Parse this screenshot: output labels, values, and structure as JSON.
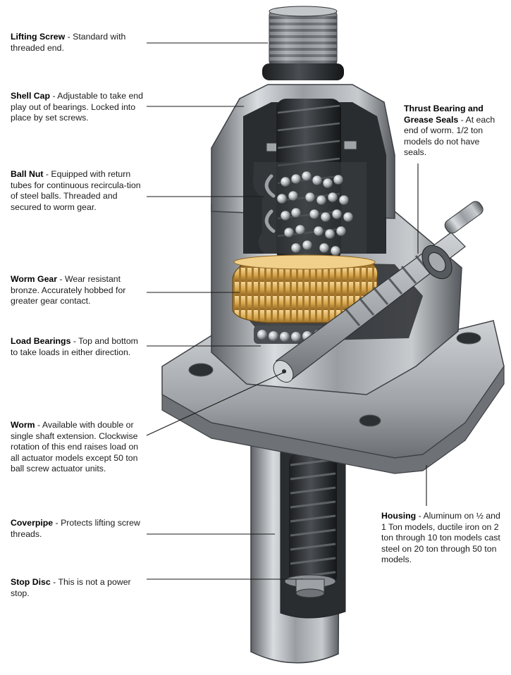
{
  "callouts": [
    {
      "id": "lifting-screw",
      "title": "Lifting Screw",
      "sep": "  - ",
      "text": "Standard with threaded end."
    },
    {
      "id": "shell-cap",
      "title": "Shell Cap",
      "sep": " - ",
      "text": "Adjustable to take end play out of bearings. Locked into place by set screws."
    },
    {
      "id": "ball-nut",
      "title": "Ball Nut",
      "sep": " - ",
      "text": "Equipped with return tubes for continuous recircula-tion of steel balls. Threaded and secured to worm gear."
    },
    {
      "id": "worm-gear",
      "title": "Worm Gear",
      "sep": " - ",
      "text": "Wear resistant bronze. Accurately hobbed for greater gear contact."
    },
    {
      "id": "load-bearings",
      "title": "Load Bearings",
      "sep": " - ",
      "text": "Top and bottom to take loads in either direction."
    },
    {
      "id": "worm",
      "title": "Worm",
      "sep": " - ",
      "text": "Available with double or single shaft extension. Clockwise rotation of this end raises load on all actuator models except 50 ton ball screw actuator units."
    },
    {
      "id": "coverpipe",
      "title": "Coverpipe",
      "sep": " - ",
      "text": "Protects lifting screw threads."
    },
    {
      "id": "stop-disc",
      "title": "Stop Disc",
      "sep": " - ",
      "text": "This is not a power stop."
    },
    {
      "id": "thrust-bearing",
      "title": "Thrust Bearing and Grease Seals",
      "sep": " - ",
      "text": "At each end of worm. 1/2 ton models do not have seals."
    },
    {
      "id": "housing",
      "title": "Housing",
      "sep": " - ",
      "text": "Aluminum on ½ and 1 Ton models, ductile iron on 2 ton through 10 ton models cast steel on 20 ton through 50 ton models."
    }
  ]
}
